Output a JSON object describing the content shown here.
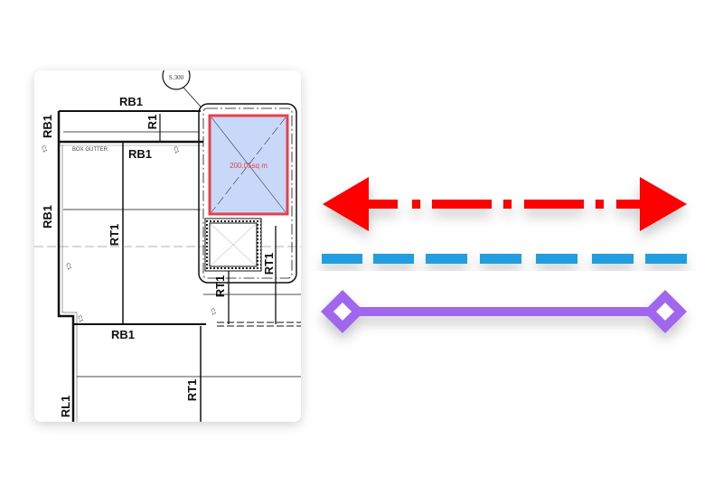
{
  "plan": {
    "section_marker": "S.300",
    "area_label": "200.05sq m",
    "box_gutter": "BOX GUTTER",
    "labels": {
      "rb1_top": "RB1",
      "rb1_left_top": "RB1",
      "r1": "R1",
      "rb1_gutter": "RB1",
      "rb1_left_mid": "RB1",
      "rt1_mid": "RT1",
      "rt1_lift_right": "RT1",
      "rt1_lift_below": "RT1",
      "rb1_bottom": "RB1",
      "rt1_bottom": "RT1",
      "rl1": "RL1",
      "c1_a": "C1",
      "c1_b": "C1",
      "c1_c": "C1",
      "c1_d": "C1",
      "c1_e": "C1"
    }
  },
  "line_styles": [
    {
      "style": "dash-dot",
      "ends": "arrow-both",
      "color": "#ff0000"
    },
    {
      "style": "dashed",
      "ends": "none",
      "color": "#239de0"
    },
    {
      "style": "solid",
      "ends": "diamond-both",
      "color": "#a066ee"
    }
  ],
  "colors": {
    "area_fill": "#c8d8f8",
    "area_border": "#e8404a",
    "area_text": "#e8404a"
  }
}
